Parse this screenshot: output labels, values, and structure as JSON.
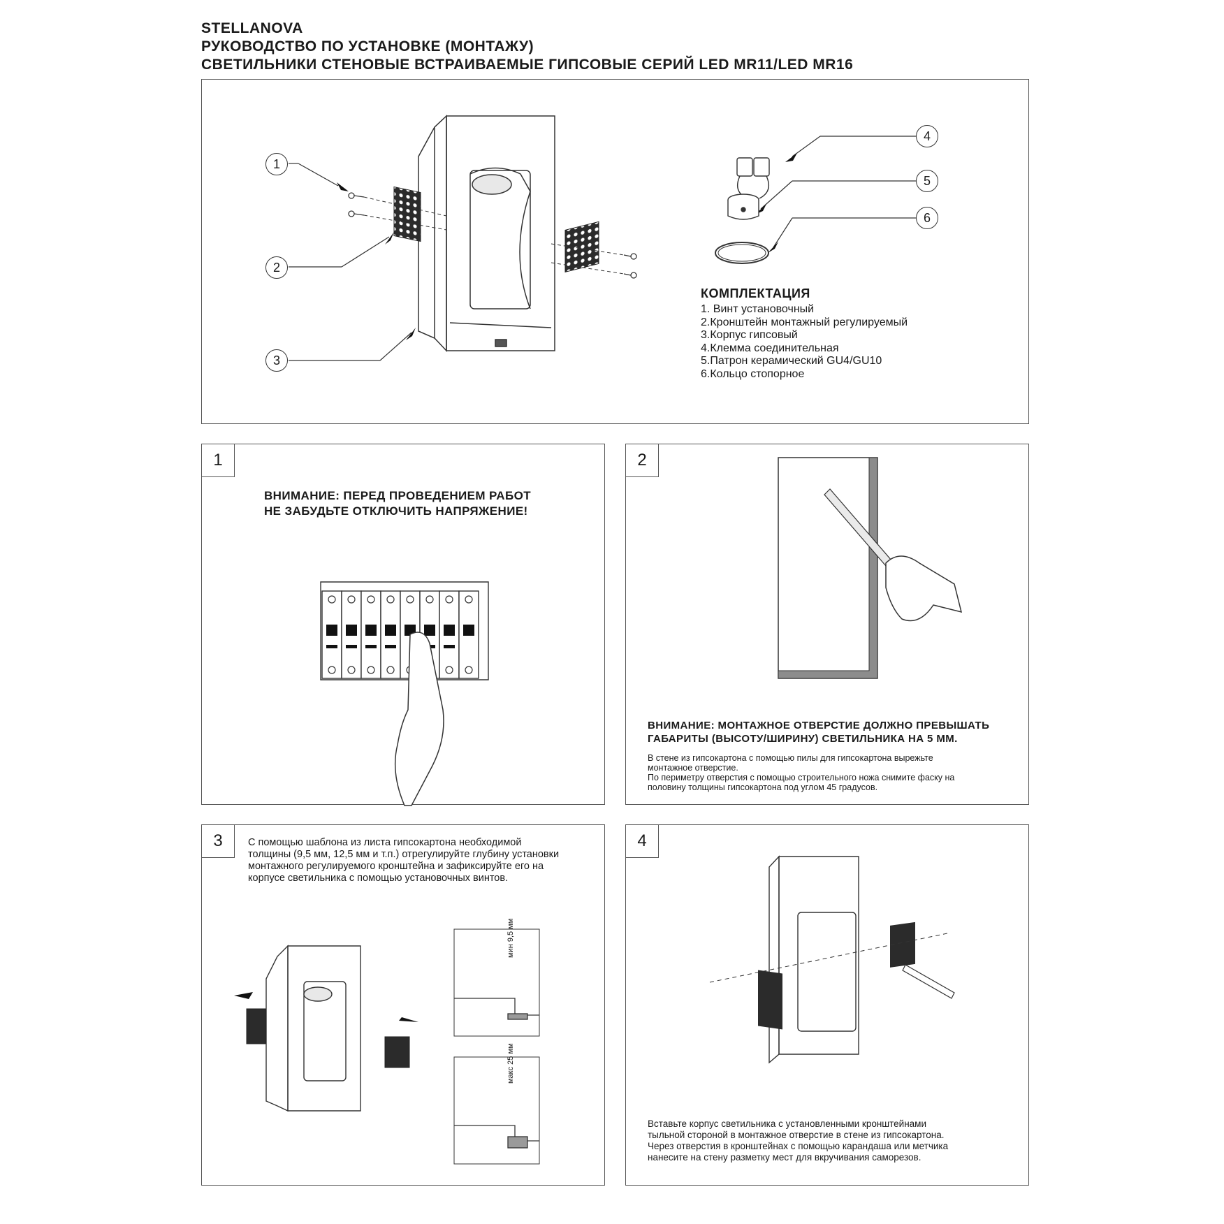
{
  "header": {
    "brand": "STELLANOVA",
    "title": "РУКОВОДСТВО ПО УСТАНОВКЕ (МОНТАЖУ)",
    "subtitle": "СВЕТИЛЬНИКИ СТЕНОВЫЕ ВСТРАИВАЕМЫЕ ГИПСОВЫЕ СЕРИЙ LED MR11/LED MR16"
  },
  "overview": {
    "callouts": [
      "1",
      "2",
      "3",
      "4",
      "5",
      "6"
    ],
    "kit_title": "КОМПЛЕКТАЦИЯ",
    "kit_items": [
      "1. Винт установочный",
      "2.Кронштейн монтажный регулируемый",
      "3.Корпус гипсовый",
      "4.Клемма соединительная",
      "5.Патрон керамический GU4/GU10",
      "6.Кольцо стопорное"
    ]
  },
  "step1": {
    "number": "1",
    "warning_line1": "ВНИМАНИЕ: ПЕРЕД ПРОВЕДЕНИЕМ РАБОТ",
    "warning_line2": "НЕ ЗАБУДЬТЕ ОТКЛЮЧИТЬ НАПРЯЖЕНИЕ!"
  },
  "step2": {
    "number": "2",
    "warning_line1": "ВНИМАНИЕ: МОНТАЖНОЕ ОТВЕРСТИЕ ДОЛЖНО ПРЕВЫШАТЬ",
    "warning_line2": "ГАБАРИТЫ (ВЫСОТУ/ШИРИНУ) СВЕТИЛЬНИКА НА 5 ММ.",
    "text_lines": [
      "В стене из гипсокартона с помощью пилы для гипсокартона вырежьте",
      "монтажное отверстие.",
      "По периметру отверстия с помощью строительного ножа снимите фаску на",
      "половину толщины гипсокартона под углом 45 градусов."
    ]
  },
  "step3": {
    "number": "3",
    "text_lines": [
      "С помощью шаблона из листа гипсокартона необходимой",
      "толщины (9,5 мм, 12,5 мм и т.п.) отрегулируйте глубину установки",
      "монтажного регулируемого кронштейна и зафиксируйте его на",
      "корпусе светильника с помощью установочных винтов."
    ],
    "dim_min": "мин 9,5 мм",
    "dim_max": "макс 25 мм"
  },
  "step4": {
    "number": "4",
    "text_lines": [
      "Вставьте корпус светильника с установленными кронштейнами",
      "тыльной стороной в монтажное отверстие в стене из гипсокартона.",
      "Через отверстия в кронштейнах с помощью карандаша или метчика",
      "нанесите на стену разметку мест для вкручивания саморезов."
    ]
  }
}
